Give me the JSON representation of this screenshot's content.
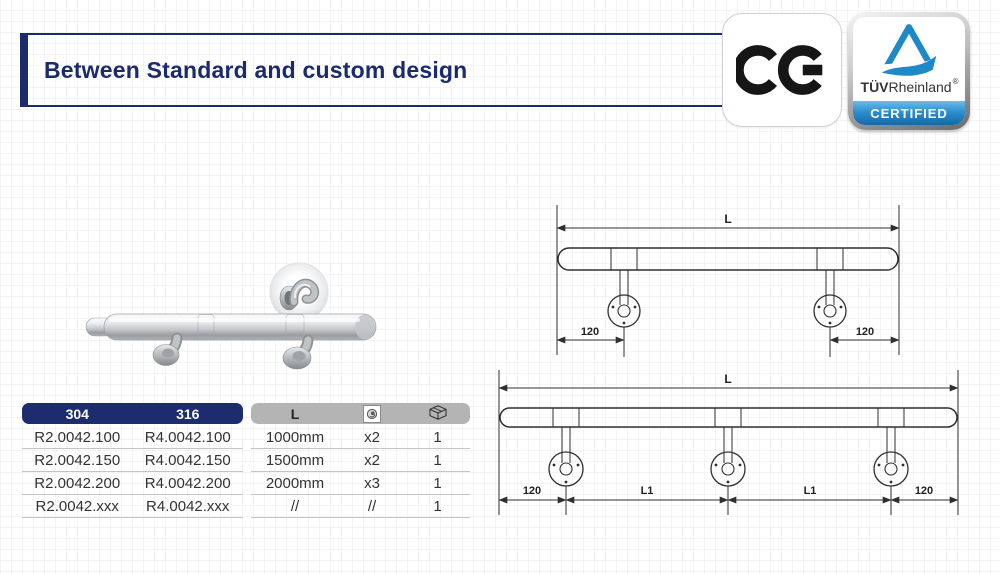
{
  "title": "Between Standard and custom design",
  "badges": {
    "ce_label": "CE",
    "tuv": {
      "brand_bold": "TÜV",
      "brand_rest": "Rheinland",
      "registered_mark": "®",
      "certified_label": "CERTIFIED"
    }
  },
  "product_tables": {
    "materials": {
      "col_headers": [
        "304",
        "316"
      ],
      "rows": [
        [
          "R2.0042.100",
          "R4.0042.100"
        ],
        [
          "R2.0042.150",
          "R4.0042.150"
        ],
        [
          "R2.0042.200",
          "R4.0042.200"
        ],
        [
          "R2.0042.xxx",
          "R4.0042.xxx"
        ]
      ]
    },
    "specs": {
      "length_header": "L",
      "bracket_icon": "wall-bracket-icon",
      "package_icon": "package-icon",
      "rows": [
        [
          "1000mm",
          "x2",
          "1"
        ],
        [
          "1500mm",
          "x2",
          "1"
        ],
        [
          "2000mm",
          "x3",
          "1"
        ],
        [
          "//",
          "//",
          "1"
        ]
      ]
    }
  },
  "drawings": {
    "two_bracket": {
      "length": "L",
      "offset_left": "120",
      "offset_right": "120"
    },
    "three_bracket": {
      "length": "L",
      "offset_left": "120",
      "span_left": "L1",
      "span_right": "L1",
      "offset_right": "120"
    }
  },
  "colors": {
    "navy": "#1c2b6e",
    "header_gray": "#b4b4b4",
    "tuv_blue": "#1e89c8",
    "drawing_line": "#2f2f2f"
  }
}
